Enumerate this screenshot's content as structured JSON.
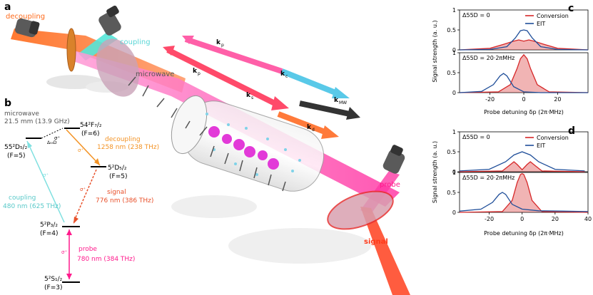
{
  "panels": {
    "a": "a",
    "b": "b",
    "c": "c",
    "d": "d"
  },
  "setup": {
    "decoupling": "decoupling",
    "coupling": "coupling",
    "microwave": "microwave",
    "probe": "probe",
    "signal": "signal",
    "k_p": "k",
    "k_p_sub": "p",
    "k_c": "k",
    "k_c_sub": "c",
    "k_p2": "k",
    "k_p2_sub": "p",
    "k_s": "k",
    "k_s_sub": "s",
    "k_mw": "k",
    "k_mw_sub": "MW",
    "k_d": "k",
    "k_d_sub": "d"
  },
  "levels": {
    "mw_title": "microwave",
    "mw_value": "21.5 mm (13.9 GHz)",
    "f72": "54²F₇/₂",
    "f72_f": "(F=6)",
    "d52_55": "55²D₅/₂",
    "d52_55_f": "(F=5)",
    "delta": "Δ₅₅D",
    "decoupling": "decoupling",
    "decoupling_val": "1258 nm (238 THz)",
    "d52_5": "5²D₅/₂",
    "d52_5_f": "(F=5)",
    "sigma": "σ⁺",
    "signal": "signal",
    "signal_val": "776 nm (386 THz)",
    "coupling": "coupling",
    "coupling_val": "480 nm (625 THz)",
    "p32": "5²P₃/₂",
    "p32_f": "(F=4)",
    "probe": "probe",
    "probe_val": "780 nm (384 THz)",
    "s12": "5²S₁/₂",
    "s12_f": "(F=3)"
  },
  "chart_data": [
    {
      "type": "line",
      "panel": "c",
      "ylabel": "Signal strength (a. u.)",
      "xlabel": "Probe detuning δp (2π·MHz)",
      "xlim": [
        -38,
        38
      ],
      "xticks": [
        -20,
        0,
        20
      ],
      "ylim": [
        0,
        1
      ],
      "yticks": [
        0,
        0.5,
        1
      ],
      "legend": [
        "Conversion",
        "EIT"
      ],
      "colors": {
        "Conversion": "#d62728",
        "EIT": "#1f4e99"
      },
      "subplots": [
        {
          "label": "Δ55D = 0",
          "series": [
            {
              "name": "Conversion",
              "x": [
                -38,
                -20,
                -12,
                -6,
                -3,
                0,
                3,
                6,
                12,
                20,
                38
              ],
              "values": [
                0,
                0.04,
                0.14,
                0.22,
                0.25,
                0.22,
                0.25,
                0.22,
                0.14,
                0.04,
                0
              ]
            },
            {
              "name": "EIT",
              "x": [
                -38,
                -20,
                -10,
                -5,
                -2,
                0,
                2,
                5,
                10,
                20,
                38
              ],
              "values": [
                0,
                0.01,
                0.08,
                0.3,
                0.48,
                0.5,
                0.48,
                0.3,
                0.08,
                0.01,
                0
              ]
            }
          ]
        },
        {
          "label": "Δ55D = 20·2πMHz",
          "series": [
            {
              "name": "Conversion",
              "x": [
                -38,
                -15,
                -8,
                -4,
                -2,
                0,
                2,
                4,
                8,
                15,
                38
              ],
              "values": [
                0,
                0.02,
                0.2,
                0.6,
                0.85,
                0.95,
                0.85,
                0.6,
                0.2,
                0.02,
                0
              ]
            },
            {
              "name": "EIT",
              "x": [
                -38,
                -25,
                -18,
                -14,
                -12,
                -10,
                -6,
                0,
                10,
                38
              ],
              "values": [
                0,
                0.03,
                0.2,
                0.42,
                0.48,
                0.42,
                0.15,
                0.02,
                0,
                0
              ]
            }
          ]
        }
      ]
    },
    {
      "type": "line",
      "panel": "d",
      "ylabel": "Signal strength (a. u.)",
      "xlabel": "Probe detuning δp (2π·MHz)",
      "xlim": [
        -38,
        40
      ],
      "xticks": [
        -20,
        0,
        20,
        40
      ],
      "ylim": [
        0,
        1
      ],
      "yticks": [
        0,
        0.5,
        1
      ],
      "legend": [
        "Conversion",
        "EIT"
      ],
      "colors": {
        "Conversion": "#d62728",
        "EIT": "#1f4e99"
      },
      "subplots": [
        {
          "label": "Δ55D = 0",
          "series": [
            {
              "name": "Conversion",
              "x": [
                -38,
                -12,
                -8,
                -5,
                -3,
                0,
                3,
                5,
                8,
                12,
                38
              ],
              "values": [
                0,
                0.02,
                0.15,
                0.25,
                0.18,
                0.05,
                0.18,
                0.25,
                0.15,
                0.02,
                0
              ]
            },
            {
              "name": "EIT",
              "x": [
                -38,
                -20,
                -10,
                -5,
                0,
                5,
                10,
                20,
                38
              ],
              "values": [
                0.02,
                0.06,
                0.25,
                0.42,
                0.5,
                0.42,
                0.25,
                0.06,
                0.02
              ]
            }
          ]
        },
        {
          "label": "Δ55D = 20·2πMHz",
          "series": [
            {
              "name": "Conversion",
              "x": [
                -38,
                -12,
                -6,
                -3,
                -1,
                0,
                1,
                3,
                6,
                12,
                40
              ],
              "values": [
                0,
                0.02,
                0.3,
                0.75,
                0.95,
                0.97,
                0.95,
                0.75,
                0.3,
                0.02,
                0
              ]
            },
            {
              "name": "EIT",
              "x": [
                -38,
                -25,
                -18,
                -14,
                -12,
                -10,
                -6,
                0,
                10,
                25,
                40
              ],
              "values": [
                0.03,
                0.08,
                0.25,
                0.45,
                0.5,
                0.45,
                0.2,
                0.08,
                0.04,
                0.03,
                0.02
              ]
            }
          ]
        }
      ]
    }
  ]
}
